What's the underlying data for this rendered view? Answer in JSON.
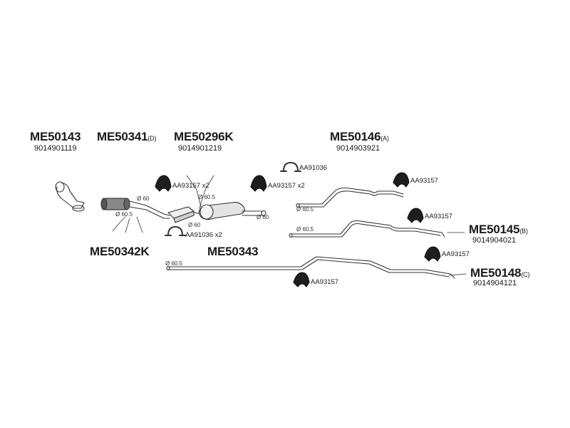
{
  "parts": {
    "me50143": {
      "code": "ME50143",
      "oem": "9014901119"
    },
    "me50341": {
      "code": "ME50341",
      "suffix": "(D)"
    },
    "me50296k": {
      "code": "ME50296K",
      "oem": "9014901219"
    },
    "me50146": {
      "code": "ME50146",
      "suffix": "(A)",
      "oem": "9014903921"
    },
    "me50342k": {
      "code": "ME50342K"
    },
    "me50343": {
      "code": "ME50343"
    },
    "me50145": {
      "code": "ME50145",
      "suffix": "(B)",
      "oem": "9014904021"
    },
    "me50148": {
      "code": "ME50148",
      "suffix": "(C)",
      "oem": "9014904121"
    }
  },
  "accessories": {
    "hanger_x2_a": "AA93157 x2",
    "hanger_x2_b": "AA93157 x2",
    "clamp_top": "AA91036",
    "clamp_x2": "AA91036 x2",
    "hanger_a": "AA93157",
    "hanger_b": "AA93157",
    "hanger_c": "AA93157",
    "hanger_d": "AA93157"
  },
  "diameters": {
    "d1": "Ø 60",
    "d2": "Ø 60.5",
    "d3": "Ø 60.5",
    "d4": "Ø 60",
    "d5": "Ø 60",
    "d6": "Ø 60.5",
    "d7": "Ø 60.5",
    "d8": "Ø 60.5"
  },
  "colors": {
    "line": "#333333",
    "fill_light": "#dcdcdc",
    "fill_dark": "#222222"
  }
}
